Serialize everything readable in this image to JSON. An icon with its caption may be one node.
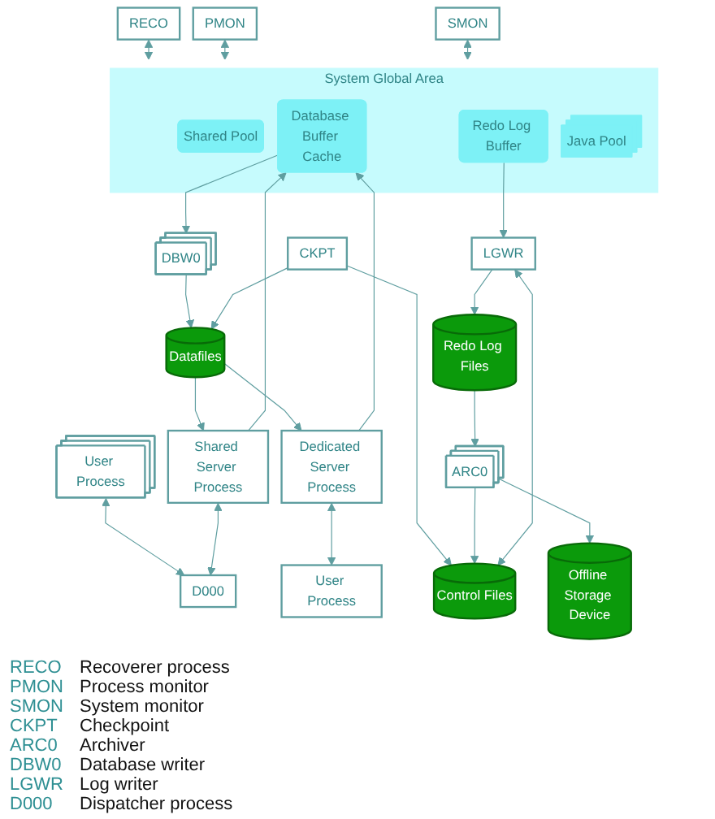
{
  "diagram": {
    "nodes": [
      {
        "text": [
          "RECO"
        ]
      },
      {
        "text": [
          "PMON"
        ]
      },
      {
        "text": [
          "SMON"
        ]
      },
      {
        "text": [
          "System Global Area"
        ]
      },
      {
        "text": [
          "Shared Pool"
        ],
        "in": 3
      },
      {
        "text": [
          "Database Buffer Cache"
        ],
        "in": 3
      },
      {
        "text": [
          "Redo Log Buffer"
        ],
        "in": 3
      },
      {
        "text": [
          "Java Pool"
        ],
        "in": 3
      },
      {
        "text": [
          "User Process"
        ]
      },
      {
        "text": [
          "Shared Server Process"
        ]
      },
      {
        "text": [
          "Dedicated Server Process"
        ]
      },
      {
        "text": [
          "D000"
        ]
      },
      {
        "text": [
          "CKPT"
        ]
      },
      {
        "text": [
          "ARC0"
        ]
      },
      {
        "text": [
          "Offline Storage Device"
        ]
      },
      {
        "text": [
          "DBW0"
        ]
      },
      {
        "text": [
          "LGWR"
        ]
      },
      {
        "text": [
          "Control Files"
        ]
      },
      {
        "text": [
          "User Process"
        ]
      },
      {
        "text": [
          "Redo Log Files"
        ]
      },
      {
        "text": [
          "Datafiles"
        ]
      }
    ],
    "edges": [
      {
        "from": 0,
        "to": 3,
        "arrow": "both"
      },
      {
        "from": 1,
        "to": 3,
        "arrow": "both"
      },
      {
        "from": 2,
        "to": 3,
        "arrow": "both"
      },
      {
        "from": 9,
        "to": 5,
        "arrow": "to"
      },
      {
        "from": 10,
        "to": 5,
        "arrow": "to"
      },
      {
        "from": 5,
        "to": 15,
        "arrow": "to"
      },
      {
        "from": 6,
        "to": 16,
        "arrow": "to"
      },
      {
        "from": 8,
        "to": 11,
        "arrow": "both"
      },
      {
        "from": 9,
        "to": 11,
        "arrow": "both"
      },
      {
        "from": 20,
        "to": 9,
        "arrow": "to"
      },
      {
        "from": 20,
        "to": 10,
        "arrow": "to"
      },
      {
        "from": 10,
        "to": 18,
        "arrow": "both"
      },
      {
        "from": 13,
        "to": 14,
        "arrow": "to"
      },
      {
        "from": 12,
        "to": 17,
        "arrow": "to"
      },
      {
        "from": 13,
        "to": 17,
        "arrow": "to"
      },
      {
        "from": 16,
        "to": 17,
        "arrow": "both"
      },
      {
        "from": 19,
        "to": 13,
        "arrow": "to"
      },
      {
        "from": 16,
        "to": 19,
        "arrow": "to"
      },
      {
        "from": 15,
        "to": 20,
        "arrow": "to"
      },
      {
        "from": 12,
        "to": 20,
        "arrow": "to"
      }
    ],
    "labels": [
      "RECO",
      "Recoverer process",
      "PMON",
      "Process monitor",
      "SMON",
      "System monitor",
      "CKPT",
      "Checkpoint",
      "ARC0",
      "Archiver",
      "DBW0",
      "Database writer",
      "LGWR",
      "Log writer",
      "D000",
      "Dispatcher process"
    ]
  }
}
